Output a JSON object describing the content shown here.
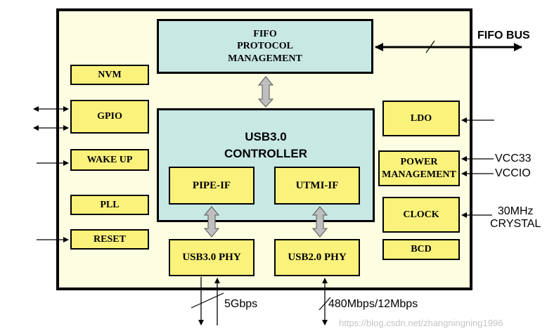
{
  "diagram": {
    "blocks": {
      "fifo": "FIFO\nPROTOCOL\nMANAGEMENT",
      "nvm": "NVM",
      "gpio": "GPIO",
      "wake_up": "WAKE UP",
      "pll": "PLL",
      "reset": "RESET",
      "controller": "USB3.0\nCONTROLLER",
      "pipe_if": "PIPE-IF",
      "utmi_if": "UTMI-IF",
      "usb3_phy": "USB3.0 PHY",
      "usb2_phy": "USB2.0 PHY",
      "ldo": "LDO",
      "power_mgmt": "POWER\nMANAGEMENT",
      "clock": "CLOCK",
      "bcd": "BCD"
    },
    "labels": {
      "fifo_bus": "FIFO BUS",
      "vcc33": "VCC33",
      "vccio": "VCCIO",
      "crystal": "30MHz\nCRYSTAL",
      "usb3_speed": "5Gbps",
      "usb2_speed": "480Mbps/12Mbps"
    },
    "watermark": "https://blog.csdn.net/zhangningning1996"
  },
  "colors": {
    "chip_fill": "#fdfde2",
    "block_yellow": "#fbf27c",
    "block_cyan": "#c8e8e4",
    "arrow_gray": "#bfbfbf"
  }
}
